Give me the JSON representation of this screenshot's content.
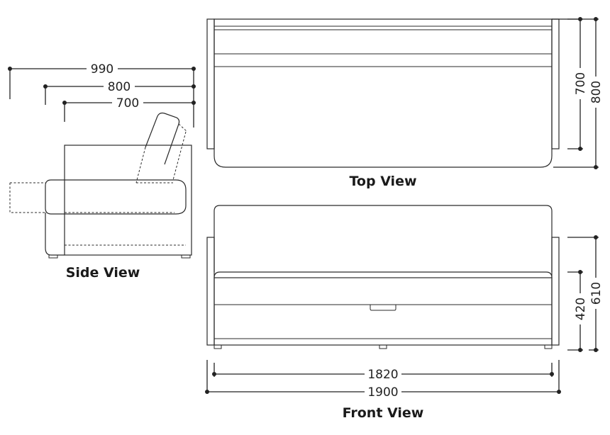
{
  "views": {
    "side": {
      "title": "Side View"
    },
    "top": {
      "title": "Top View"
    },
    "front": {
      "title": "Front View"
    }
  },
  "dimensions": {
    "side_total_depth": "990",
    "side_seat_depth": "800",
    "side_inner_depth": "700",
    "top_inner_depth": "700",
    "top_total_depth": "800",
    "front_inner_width": "1820",
    "front_total_width": "1900",
    "front_seat_height": "420",
    "front_total_height": "610"
  },
  "colors": {
    "line": "#2a2a2a",
    "text": "#1a1a1a",
    "background": "#ffffff"
  }
}
